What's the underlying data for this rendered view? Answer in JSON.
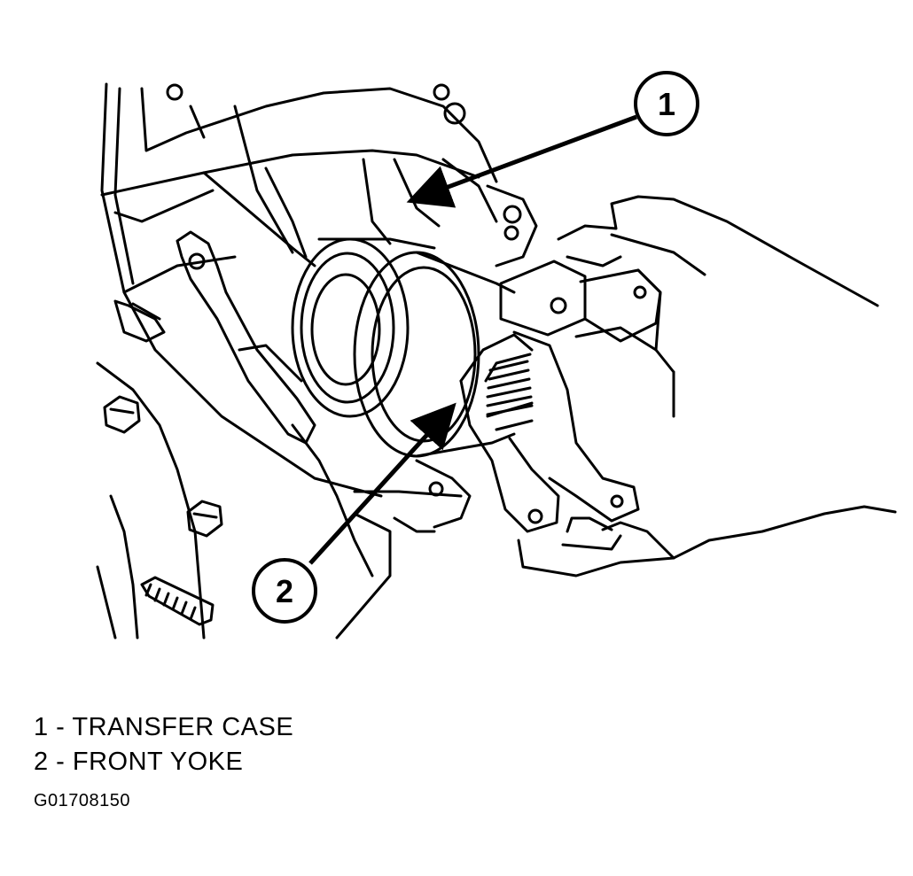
{
  "callouts": [
    {
      "number": "1"
    },
    {
      "number": "2"
    }
  ],
  "legend": [
    {
      "text": "1 - TRANSFER CASE"
    },
    {
      "text": "2 - FRONT YOKE"
    }
  ],
  "figure_id": "G01708150"
}
